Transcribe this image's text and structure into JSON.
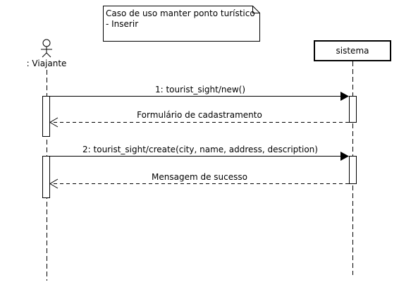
{
  "note": {
    "line1": "Caso de uso manter ponto turístico",
    "line2": "- Inserir"
  },
  "participants": {
    "actor": {
      "label": ": Viajante",
      "icon": "stick-figure-actor-icon"
    },
    "system": {
      "label": "sistema"
    }
  },
  "messages": [
    {
      "label": "1: tourist_sight/new()",
      "kind": "synchronous-call",
      "from": "actor",
      "to": "system"
    },
    {
      "label": "Formulário de cadastramento",
      "kind": "return",
      "from": "system",
      "to": "actor"
    },
    {
      "label": "2: tourist_sight/create(city, name, address, description)",
      "kind": "synchronous-call",
      "from": "actor",
      "to": "system"
    },
    {
      "label": "Mensagem de sucesso",
      "kind": "return",
      "from": "system",
      "to": "actor"
    }
  ],
  "colors": {
    "stroke": "#000000",
    "background": "#ffffff",
    "text": "#000000"
  }
}
